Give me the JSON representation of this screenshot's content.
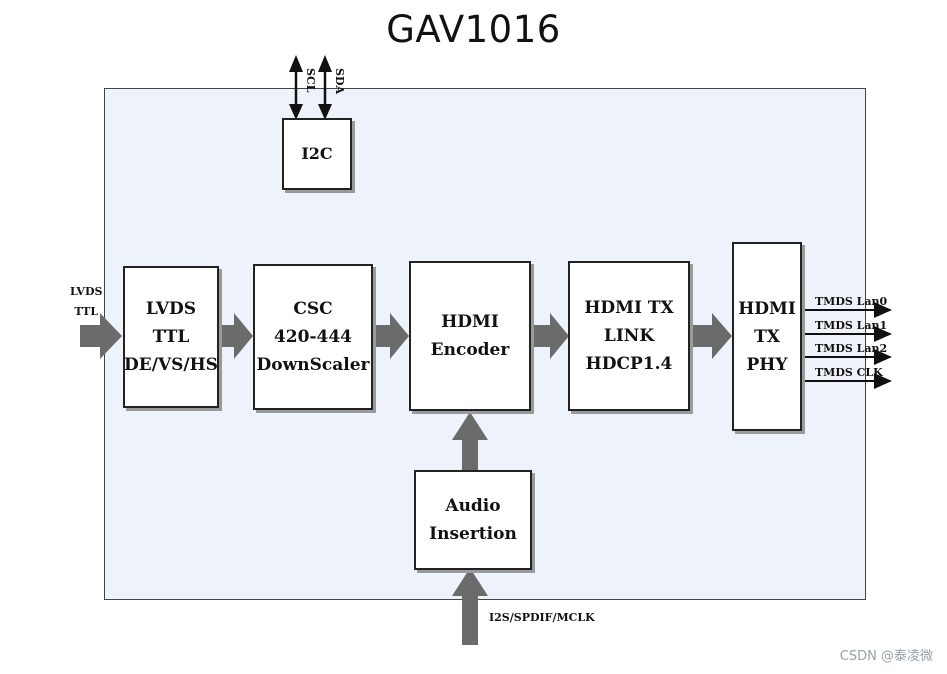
{
  "title": "GAV1016",
  "blocks": {
    "i2c": "I2C",
    "lvds": "LVDS\nTTL\nDE/VS/HS",
    "csc": "CSC\n420-444\nDownScaler",
    "encoder": "HDMI\nEncoder",
    "hdmi_tx_link": "HDMI TX\nLINK\nHDCP1.4",
    "hdmi_tx_phy": "HDMI\nTX\nPHY",
    "audio": "Audio\nInsertion"
  },
  "labels": {
    "lvds_input": "LVDS\nTTL",
    "scl": "SCL",
    "sda": "SDA",
    "audio_input": "I2S/SPDIF/MCLK",
    "tmds": [
      "TMDS Lan0",
      "TMDS Lan1",
      "TMDS Lan2",
      "TMDS CLK"
    ]
  },
  "watermark": "CSDN @泰凌微"
}
